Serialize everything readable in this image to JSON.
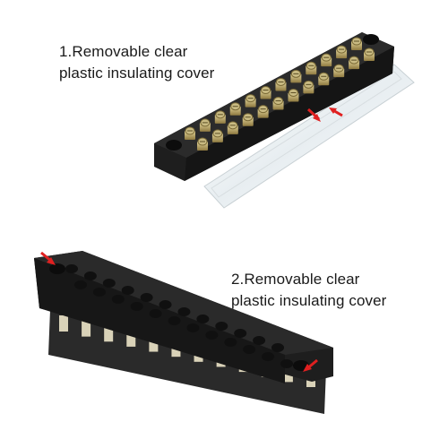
{
  "captions": [
    {
      "line1": "1.Removable clear",
      "line2": "plastic insulating cover"
    },
    {
      "line1": "2.Removable clear",
      "line2": "plastic insulating cover"
    }
  ],
  "colors": {
    "block": "#1e1e1e",
    "block_top": "#2a2a2a",
    "terminal_brass": "#b8a46a",
    "cover": "#eef2f4",
    "arrow": "#e02020"
  },
  "product": {
    "terminal_count": 12,
    "rows": 2
  }
}
